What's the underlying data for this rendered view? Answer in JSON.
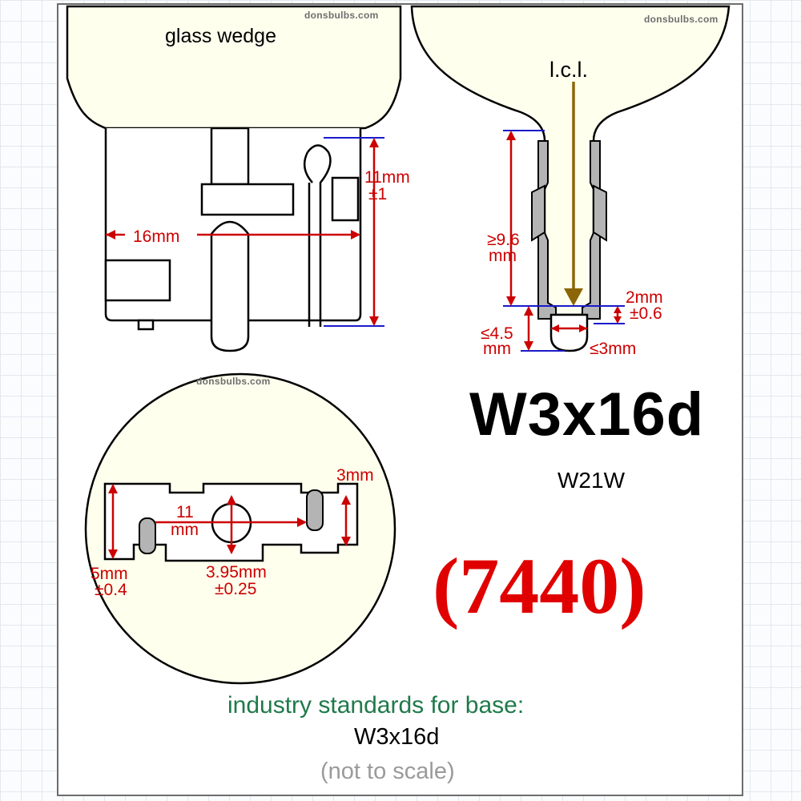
{
  "watermarks": {
    "top_left": "donsbulbs.com",
    "top_right": "donsbulbs.com",
    "middle": "donsbulbs.com"
  },
  "side_view": {
    "label": "glass wedge",
    "width_label": "16mm",
    "height_label": "11mm",
    "height_tolerance": "±1"
  },
  "profile_view": {
    "lcl_label": "l.c.l.",
    "depth_label_1": "≥9.6",
    "depth_label_2": "mm",
    "offset_label_1": "2mm",
    "offset_label_2": "±0.6",
    "bottom_label_1": "≤4.5",
    "bottom_label_2": "mm",
    "tip_label": "≤3mm"
  },
  "bottom_view": {
    "right_label": "3mm",
    "center_label_1": "11",
    "center_label_2": "mm",
    "left_label_1": "5mm",
    "left_label_2": "±0.4",
    "hole_label_1": "3.95mm",
    "hole_label_2": "±0.25"
  },
  "title": {
    "base_code": "W3x16d",
    "alt_code": "W21W",
    "bulb_number": "(7440)"
  },
  "footer": {
    "line1": "industry standards for base:",
    "line2": "W3x16d",
    "line3": "(not to scale)"
  },
  "colors": {
    "dimension_red": "#cc0000",
    "guide_blue": "#1a1acc",
    "lcl_arrow": "#8b6508",
    "footer_green": "#1f7a4a",
    "title_red": "#e00000"
  }
}
